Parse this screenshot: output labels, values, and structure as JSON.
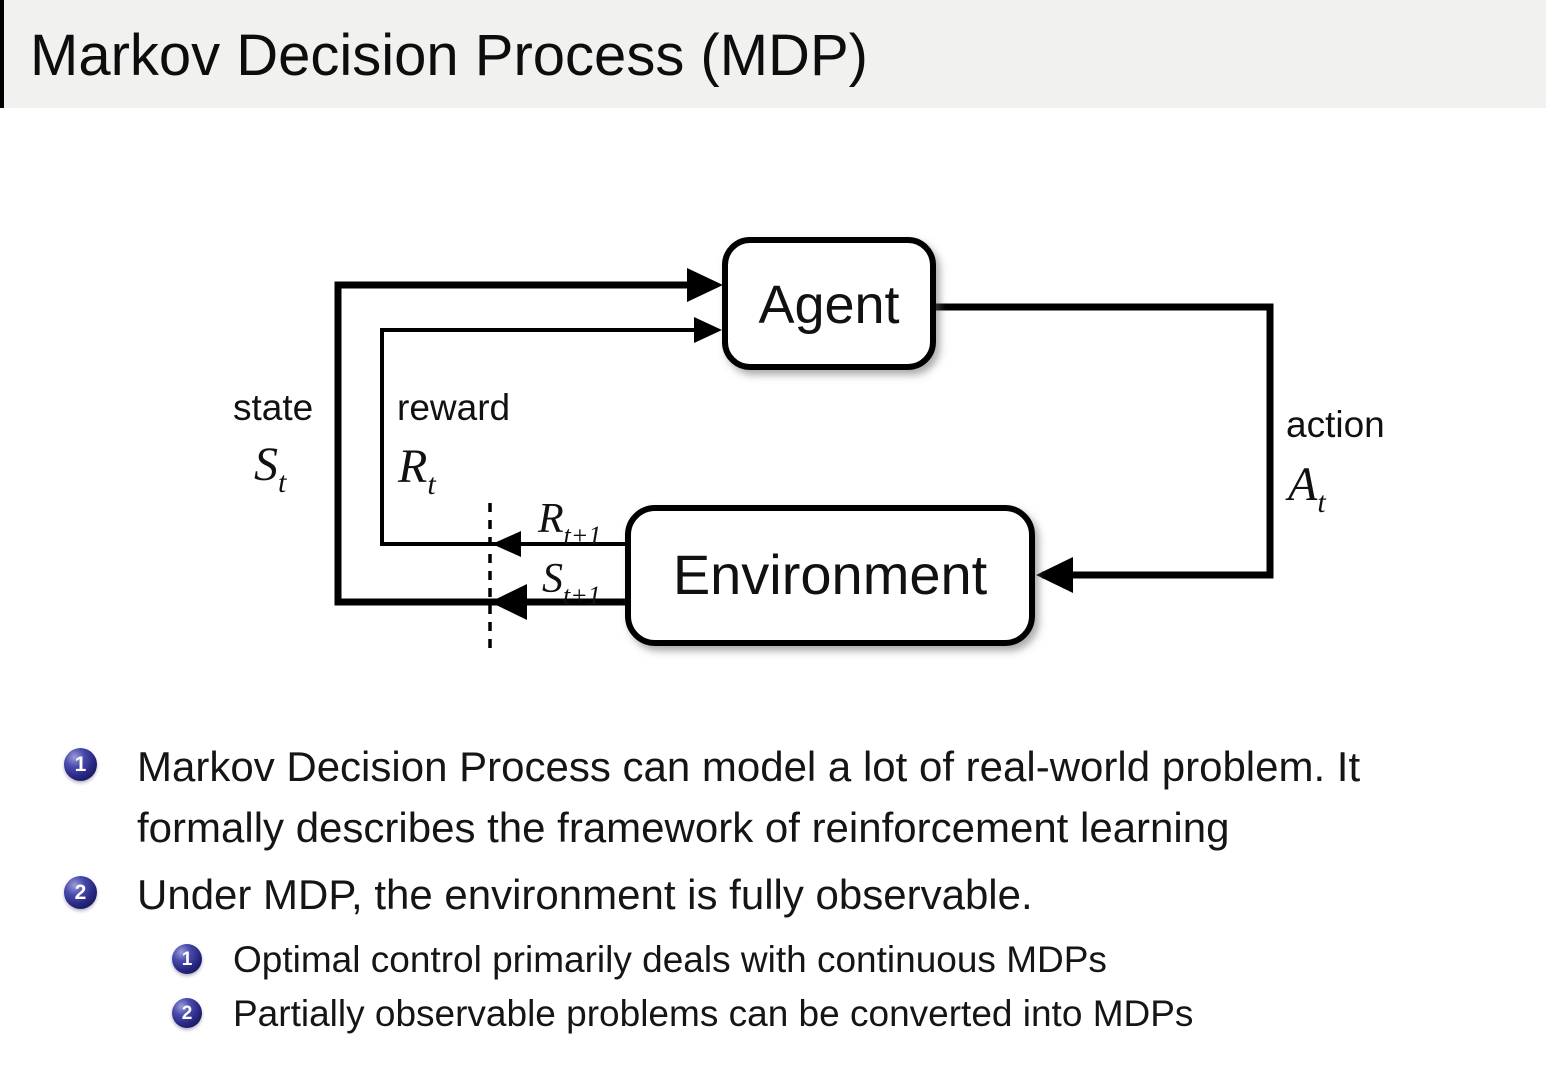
{
  "title_bar": {
    "title": "Markov Decision Process (MDP)"
  },
  "diagram": {
    "nodes": {
      "agent": "Agent",
      "environment": "Environment"
    },
    "labels": {
      "state_word": "state",
      "state_sym": "S",
      "state_sub": "t",
      "reward_word": "reward",
      "reward_sym": "R",
      "reward_sub": "t",
      "action_word": "action",
      "action_sym": "A",
      "action_sub": "t",
      "next_reward_sym": "R",
      "next_reward_sub": "t+1",
      "next_state_sym": "S",
      "next_state_sub": "t+1"
    }
  },
  "bullets": {
    "items": [
      {
        "marker": "1",
        "text": "Markov Decision Process can model a lot of real-world problem. It formally describes the framework of reinforcement learning"
      },
      {
        "marker": "2",
        "text": "Under MDP, the environment is fully observable."
      }
    ],
    "subitems": [
      {
        "marker": "1",
        "text": "Optimal control primarily deals with continuous MDPs"
      },
      {
        "marker": "2",
        "text": "Partially observable problems can be converted into MDPs"
      }
    ]
  },
  "colors": {
    "title_bar_bg": "#f1f1f0",
    "ball_blue": "#26267e",
    "text": "#151515",
    "diagram_stroke": "#000000"
  }
}
